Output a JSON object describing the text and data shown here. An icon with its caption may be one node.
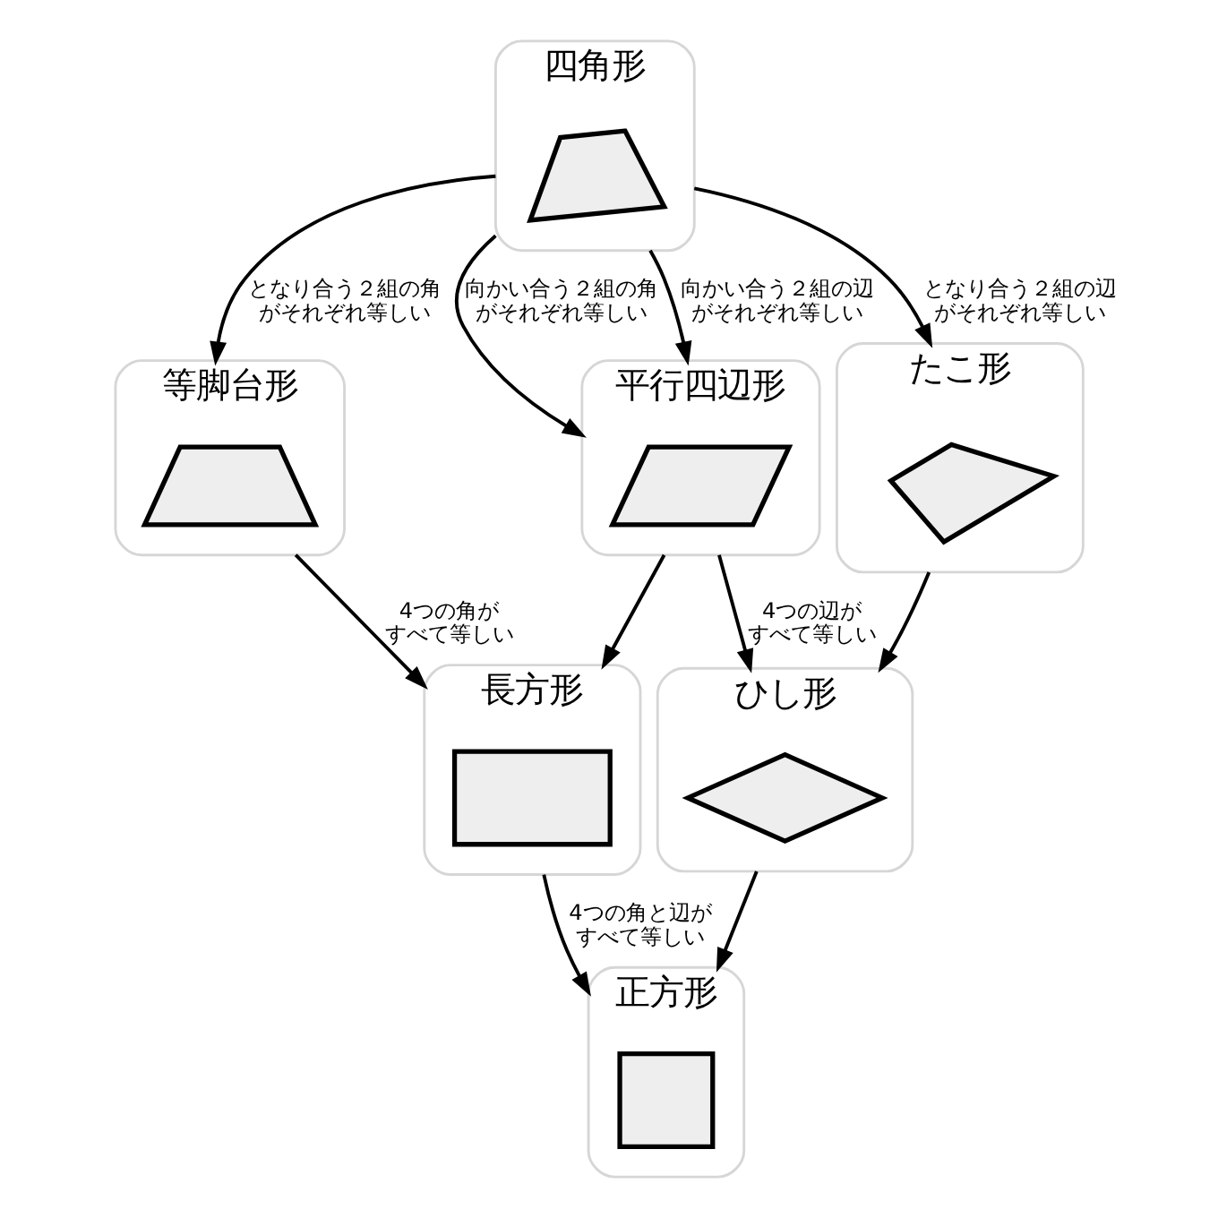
{
  "diagram": {
    "nodes": [
      {
        "text": [
          "四角形"
        ]
      },
      {
        "text": [],
        "shape": "quadrilateral",
        "in": 0
      },
      {
        "text": [
          "等脚台形"
        ]
      },
      {
        "text": [],
        "shape": "trapezoid",
        "in": 2
      },
      {
        "text": [
          "平行四辺形"
        ]
      },
      {
        "text": [],
        "shape": "parallelogram",
        "in": 4
      },
      {
        "text": [
          "たこ形"
        ]
      },
      {
        "text": [],
        "shape": "kite",
        "in": 6
      },
      {
        "text": [
          "長方形"
        ]
      },
      {
        "text": [],
        "shape": "rectangle",
        "in": 8
      },
      {
        "text": [
          "ひし形"
        ]
      },
      {
        "text": [],
        "shape": "diamond",
        "in": 10
      },
      {
        "text": [
          "正方形"
        ]
      },
      {
        "text": [],
        "shape": "square",
        "in": 12
      }
    ],
    "edges": [
      {
        "from": 0,
        "to": 2,
        "arrow": "to",
        "label": "となり合う２組の角がそれぞれ等しい"
      },
      {
        "from": 0,
        "to": 4,
        "arrow": "to",
        "label": "向かい合う２組の角がそれぞれ等しい"
      },
      {
        "from": 0,
        "to": 4,
        "arrow": "to",
        "label": "向かい合う２組の辺がそれぞれ等しい"
      },
      {
        "from": 0,
        "to": 6,
        "arrow": "to",
        "label": "となり合う２組の辺がそれぞれ等しい"
      },
      {
        "from": 2,
        "to": 8,
        "arrow": "to",
        "label": "4つの角がすべて等しい"
      },
      {
        "from": 4,
        "to": 8,
        "arrow": "to"
      },
      {
        "from": 4,
        "to": 10,
        "arrow": "to",
        "label": "4つの辺がすべて等しい"
      },
      {
        "from": 6,
        "to": 10,
        "arrow": "to"
      },
      {
        "from": 8,
        "to": 12,
        "arrow": "to",
        "label": "4つの角と辺がすべて等しい"
      },
      {
        "from": 10,
        "to": 12,
        "arrow": "to"
      }
    ]
  }
}
